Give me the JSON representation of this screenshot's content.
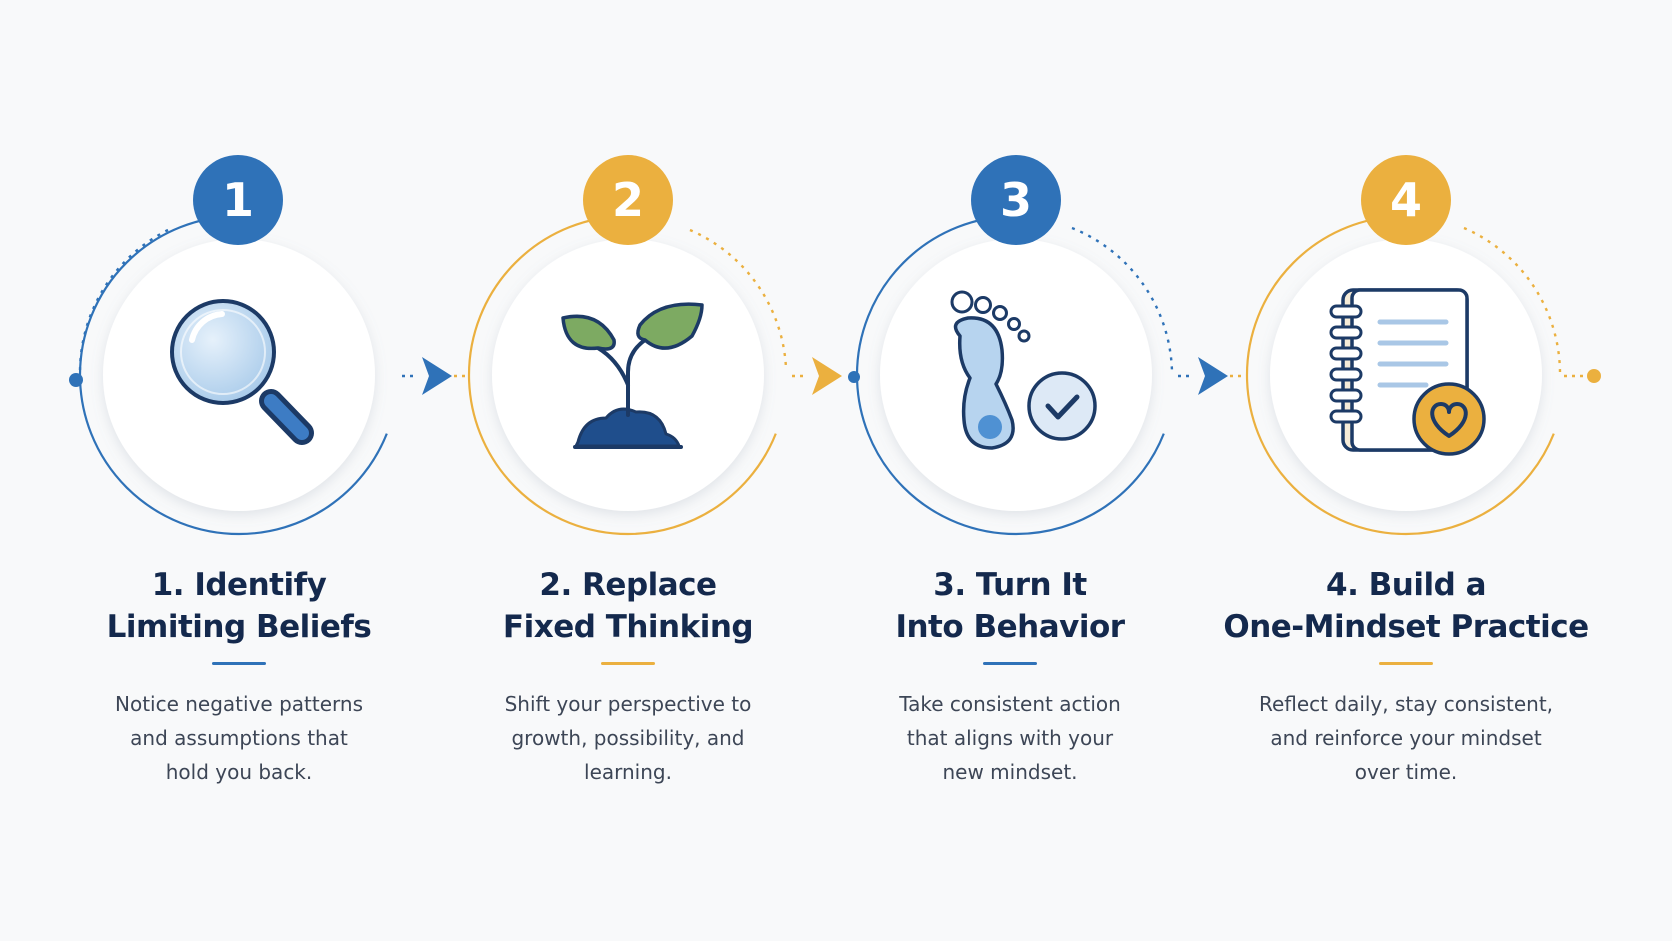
{
  "colors": {
    "blue": "#2f72b8",
    "gold": "#ebb03f",
    "navy": "#1c3a66",
    "title": "#14294d",
    "body": "#3d4656"
  },
  "steps": [
    {
      "badge": "1",
      "icon": "magnifying-glass-icon",
      "accent": "blue",
      "title_lines": [
        "1. Identify",
        "Limiting Beliefs"
      ],
      "desc_lines": [
        "Notice negative patterns",
        "and assumptions that",
        "hold you back."
      ]
    },
    {
      "badge": "2",
      "icon": "sprout-icon",
      "accent": "gold",
      "title_lines": [
        "2. Replace",
        "Fixed Thinking"
      ],
      "desc_lines": [
        "Shift your perspective to",
        "growth, possibility, and",
        "learning."
      ]
    },
    {
      "badge": "3",
      "icon": "footprint-check-icon",
      "accent": "blue",
      "title_lines": [
        "3. Turn It",
        "Into Behavior"
      ],
      "desc_lines": [
        "Take consistent action",
        "that aligns with your",
        "new mindset."
      ]
    },
    {
      "badge": "4",
      "icon": "journal-heart-icon",
      "accent": "gold",
      "title_lines": [
        "4. Build a",
        "One-Mindset Practice"
      ],
      "desc_lines": [
        "Reflect daily, stay consistent,",
        "and reinforce your mindset",
        "over time."
      ]
    }
  ]
}
